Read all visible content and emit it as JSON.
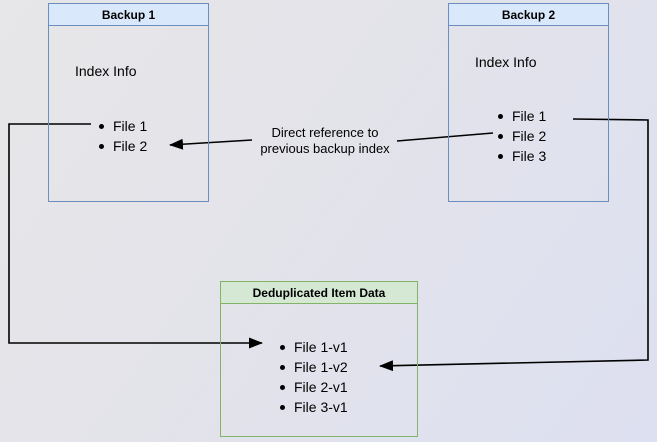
{
  "diagram": {
    "backup1": {
      "title": "Backup 1",
      "section": "Index Info",
      "files": [
        "File 1",
        "File 2"
      ]
    },
    "backup2": {
      "title": "Backup 2",
      "section": "Index Info",
      "files": [
        "File 1",
        "File 2",
        "File 3"
      ]
    },
    "dedup": {
      "title": "Deduplicated Item Data",
      "files": [
        "File 1-v1",
        "File 1-v2",
        "File 2-v1",
        "File 3-v1"
      ]
    },
    "annotation": {
      "line1": "Direct reference to",
      "line2": "previous backup index"
    }
  },
  "colors": {
    "blue_border": "#6c8ebf",
    "blue_fill": "#dae8fc",
    "green_border": "#82b366",
    "green_fill": "#d5e8d4",
    "arrow": "#000000",
    "text": "#000000"
  }
}
